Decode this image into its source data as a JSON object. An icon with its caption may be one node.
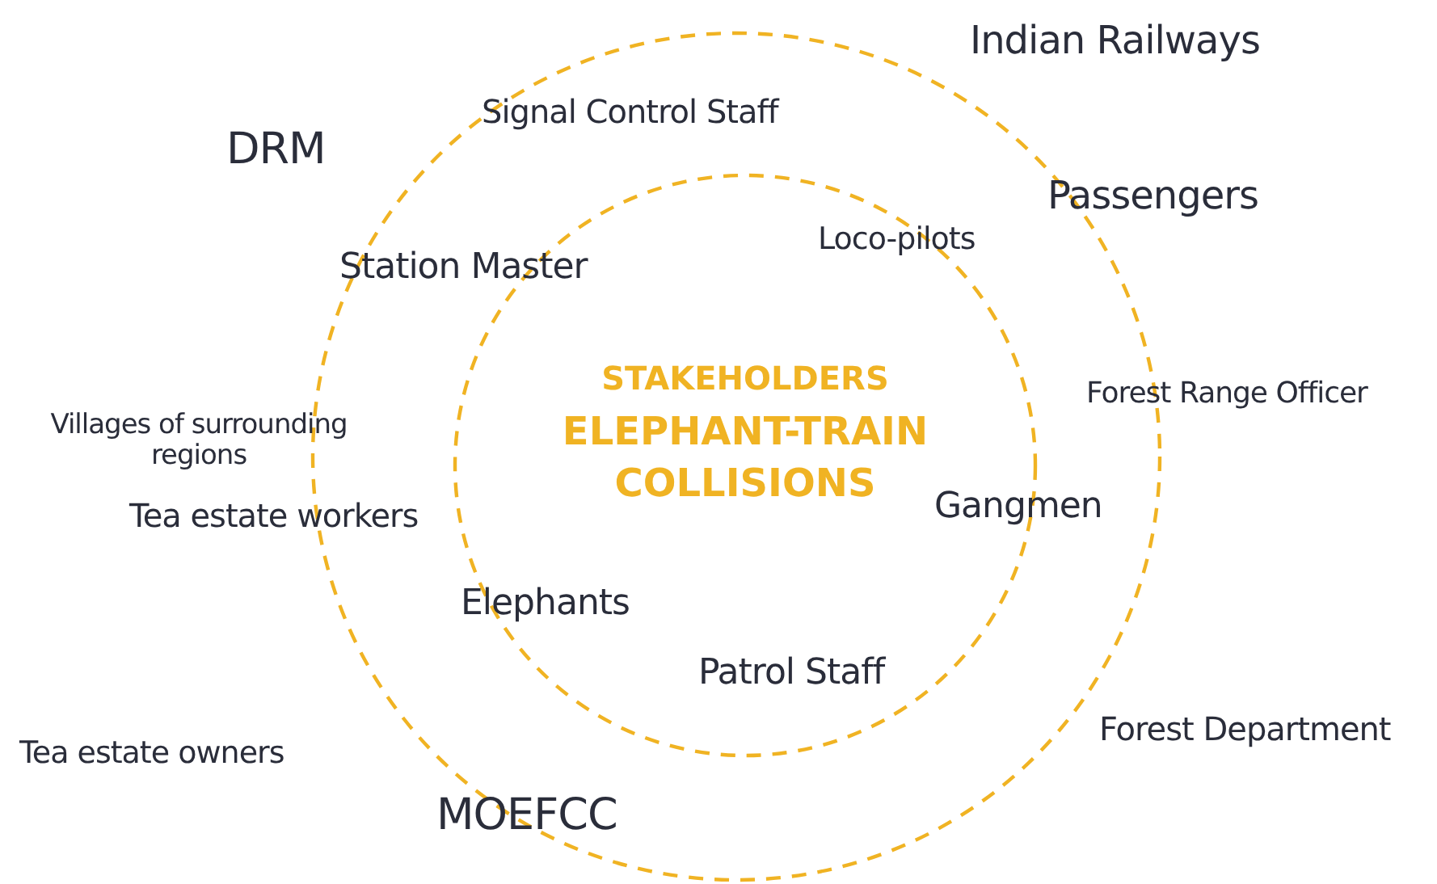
{
  "diagram": {
    "nodes": [
      {
        "text": [],
        "shape": "circle"
      },
      {
        "text": [
          "STAKEHOLDERS",
          "ELEPHANT-TRAIN COLLISIONS"
        ],
        "in": 0
      }
    ],
    "labels": [
      "Indian Railways",
      "Signal Control Staff",
      "DRM",
      "Passengers",
      "Loco-pilots",
      "Station Master",
      "Forest Range Officer",
      "Villages of surrounding regions",
      "Tea estate workers",
      "Gangmen",
      "Elephants",
      "Patrol Staff",
      "Forest Department",
      "Tea estate owners",
      "MOEFCC"
    ]
  }
}
